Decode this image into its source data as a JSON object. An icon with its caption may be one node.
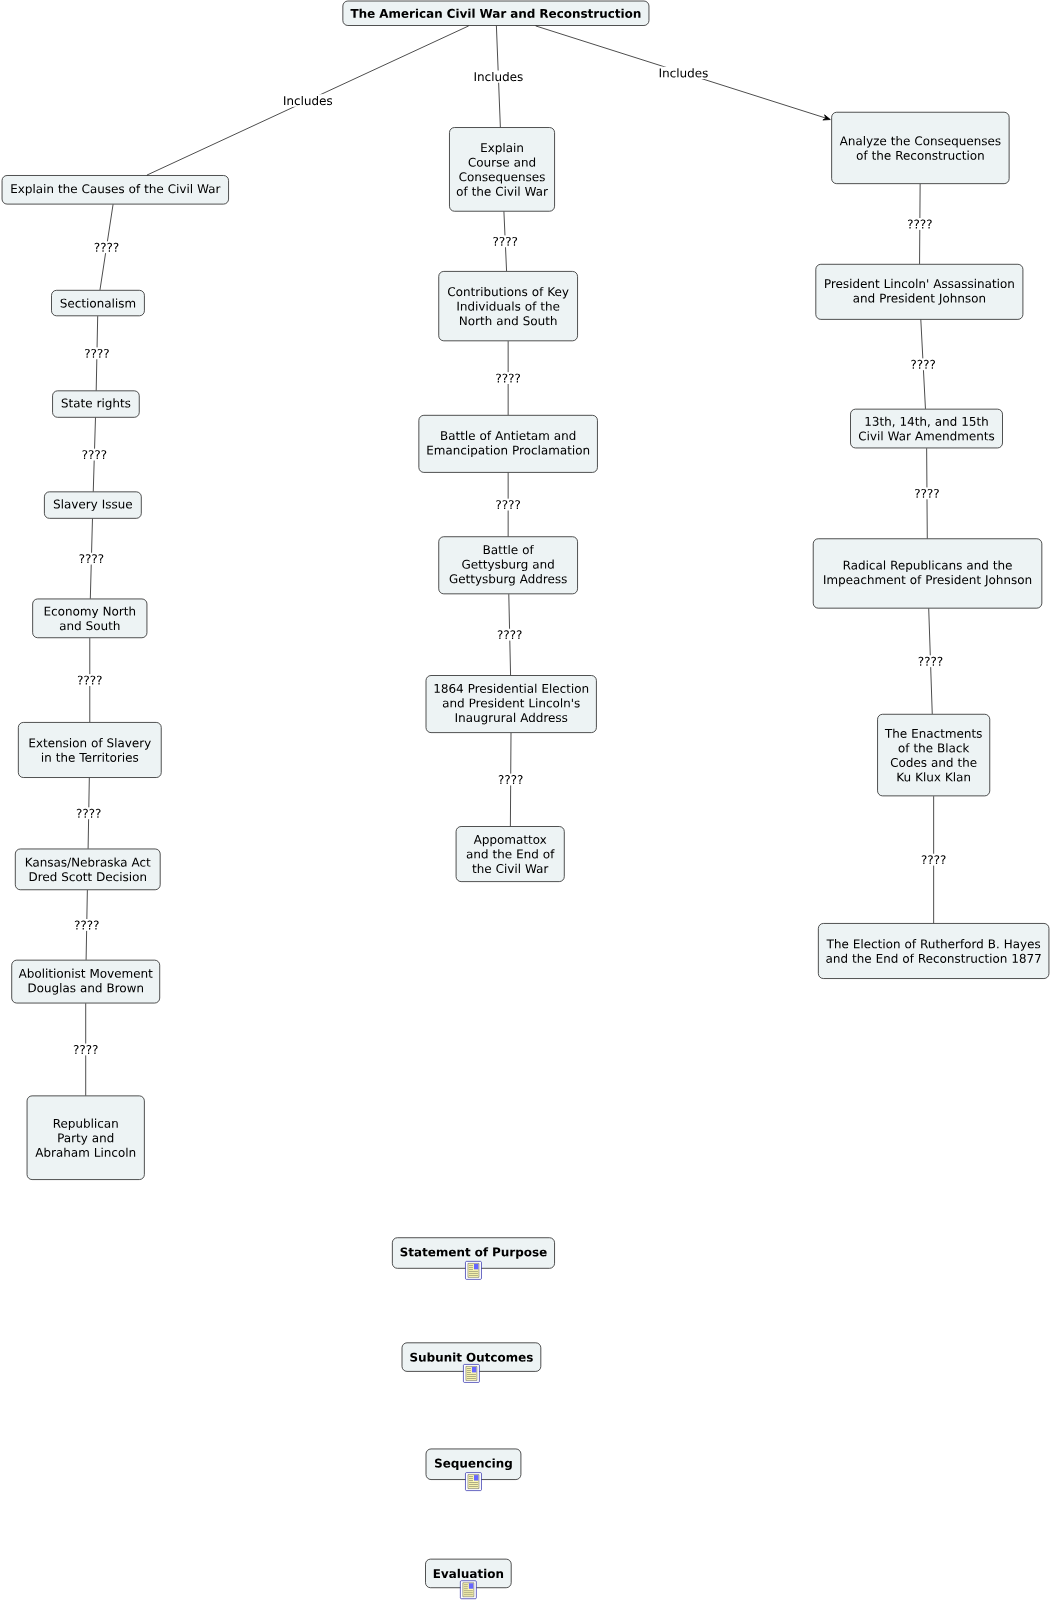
{
  "diagram": {
    "nodes": [
      {
        "text": [
          "The American Civil War and Reconstruction"
        ]
      },
      {
        "text": [
          "Explain the Causes of the Civil War"
        ]
      },
      {
        "text": [
          "Explain Course and Consequenses of the Civil War"
        ]
      },
      {
        "text": [
          "Analyze the Consequenses of the Reconstruction"
        ]
      },
      {
        "text": [
          "Sectionalism"
        ]
      },
      {
        "text": [
          "State rights"
        ]
      },
      {
        "text": [
          "Slavery Issue"
        ]
      },
      {
        "text": [
          "Economy North and South"
        ]
      },
      {
        "text": [
          "Extension of Slavery in the Territories"
        ]
      },
      {
        "text": [
          "Kansas/Nebraska Act Dred Scott Decision"
        ]
      },
      {
        "text": [
          "Abolitionist Movement Douglas and Brown"
        ]
      },
      {
        "text": [
          "Republican Party and Abraham Lincoln"
        ]
      },
      {
        "text": [
          "Contributions of Key Individuals of the North and South"
        ]
      },
      {
        "text": [
          "Battle of Antietam and Emancipation Proclamation"
        ]
      },
      {
        "text": [
          "Battle of Gettysburg and Gettysburg Address"
        ]
      },
      {
        "text": [
          "1864 Presidential Election and President Lincoln's Inaugrural Address"
        ]
      },
      {
        "text": [
          "Appomattox and the End of the Civil War"
        ]
      },
      {
        "text": [
          "President Lincoln' Assassination and President Johnson"
        ]
      },
      {
        "text": [
          "13th, 14th, and 15th Civil War Amendments"
        ]
      },
      {
        "text": [
          "Radical Republicans and the Impeachment of President Johnson"
        ]
      },
      {
        "text": [
          "The Enactments of the Black Codes and the Ku Klux Klan"
        ]
      },
      {
        "text": [
          "The Election of Rutherford B. Hayes and the End of Reconstruction 1877"
        ]
      },
      {
        "text": [
          "Statement of Purpose"
        ]
      },
      {
        "text": [
          "Subunit Outcomes"
        ]
      },
      {
        "text": [
          "Sequencing"
        ]
      },
      {
        "text": [
          "Evaluation"
        ]
      }
    ],
    "edges": [
      {
        "from": 0,
        "to": 1,
        "arrow": "none",
        "label": "Includes"
      },
      {
        "from": 0,
        "to": 2,
        "arrow": "none",
        "label": "Includes"
      },
      {
        "from": 0,
        "to": 3,
        "arrow": "to",
        "label": "Includes"
      },
      {
        "from": 1,
        "to": 4,
        "arrow": "none",
        "label": "????"
      },
      {
        "from": 4,
        "to": 5,
        "arrow": "none",
        "label": "????"
      },
      {
        "from": 5,
        "to": 6,
        "arrow": "none",
        "label": "????"
      },
      {
        "from": 6,
        "to": 7,
        "arrow": "none",
        "label": "????"
      },
      {
        "from": 7,
        "to": 8,
        "arrow": "none",
        "label": "????"
      },
      {
        "from": 8,
        "to": 9,
        "arrow": "none",
        "label": "????"
      },
      {
        "from": 9,
        "to": 10,
        "arrow": "none",
        "label": "????"
      },
      {
        "from": 10,
        "to": 11,
        "arrow": "none",
        "label": "????"
      },
      {
        "from": 2,
        "to": 12,
        "arrow": "none",
        "label": "????"
      },
      {
        "from": 12,
        "to": 13,
        "arrow": "none",
        "label": "????"
      },
      {
        "from": 13,
        "to": 14,
        "arrow": "none",
        "label": "????"
      },
      {
        "from": 14,
        "to": 15,
        "arrow": "none",
        "label": "????"
      },
      {
        "from": 15,
        "to": 16,
        "arrow": "none",
        "label": "????"
      },
      {
        "from": 3,
        "to": 17,
        "arrow": "none",
        "label": "????"
      },
      {
        "from": 17,
        "to": 18,
        "arrow": "none",
        "label": "????"
      },
      {
        "from": 18,
        "to": 19,
        "arrow": "none",
        "label": "????"
      },
      {
        "from": 19,
        "to": 20,
        "arrow": "none",
        "label": "????"
      },
      {
        "from": 20,
        "to": 21,
        "arrow": "none",
        "label": "????"
      }
    ]
  }
}
